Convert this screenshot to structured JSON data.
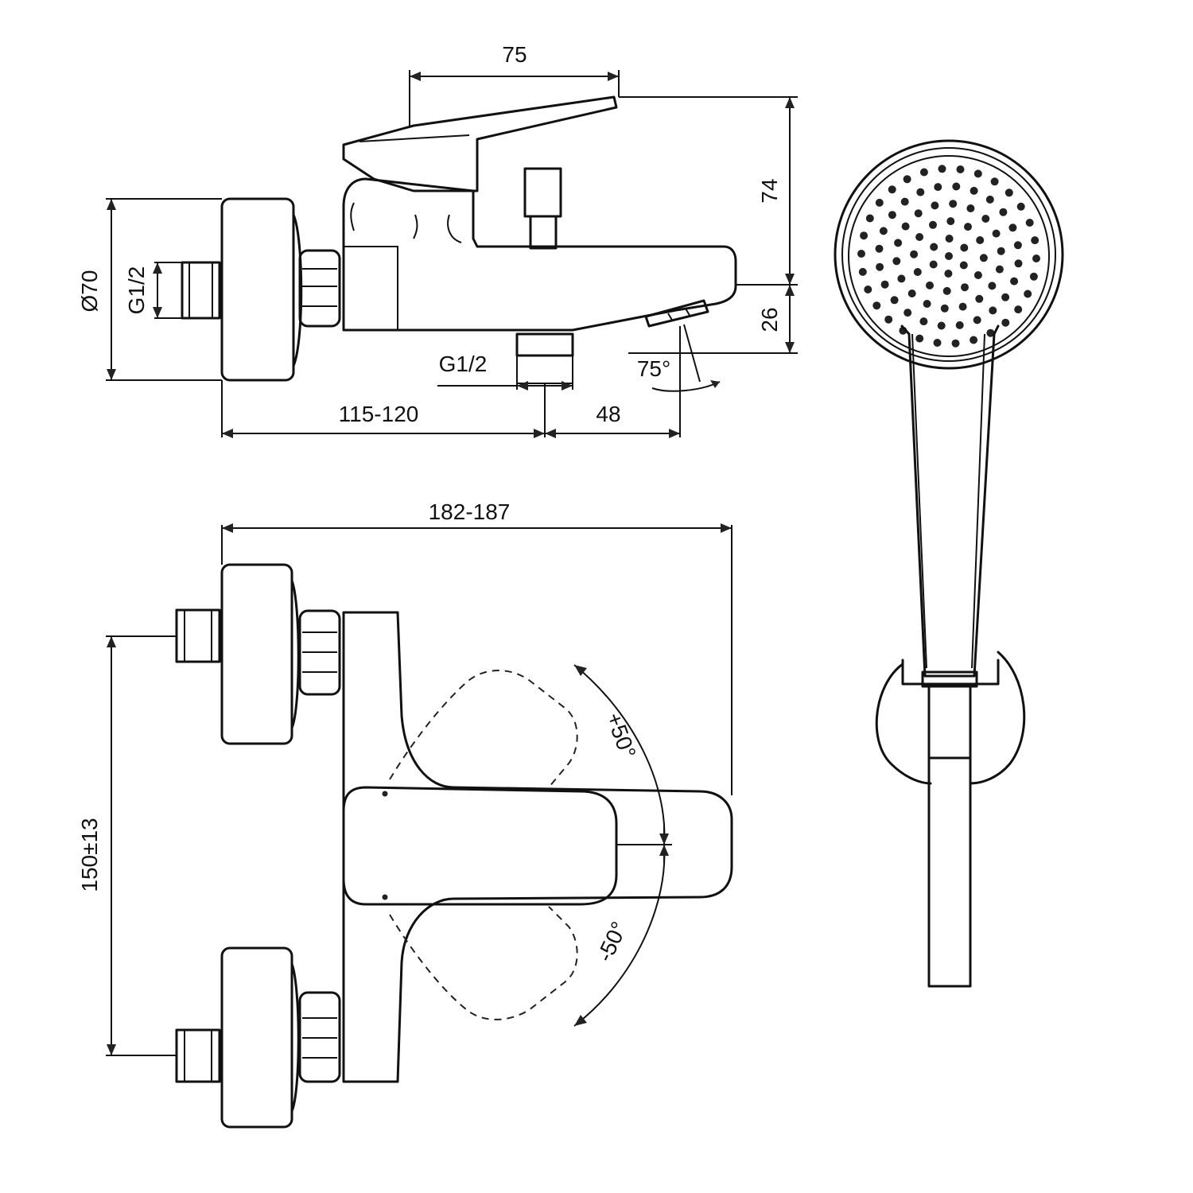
{
  "dimensions": {
    "side_view": {
      "lever_length": "75",
      "height_top": "74",
      "height_spout": "26",
      "flange_diameter": "Ø70",
      "inlet_thread": "G1/2",
      "outlet_thread": "G1/2",
      "wall_to_outlet": "115-120",
      "outlet_to_diverter": "48",
      "diverter_angle": "75°"
    },
    "plan_view": {
      "overall_width": "182-187",
      "inlet_spacing": "150±13",
      "lever_angle_up": "+50°",
      "lever_angle_down": "-50°"
    }
  },
  "icons": {
    "mixer_side": "bath-mixer-side-view-icon",
    "mixer_plan": "bath-mixer-front-view-icon",
    "hand_shower": "hand-shower-icon"
  },
  "colors": {
    "line": "#111111",
    "background": "#ffffff"
  }
}
